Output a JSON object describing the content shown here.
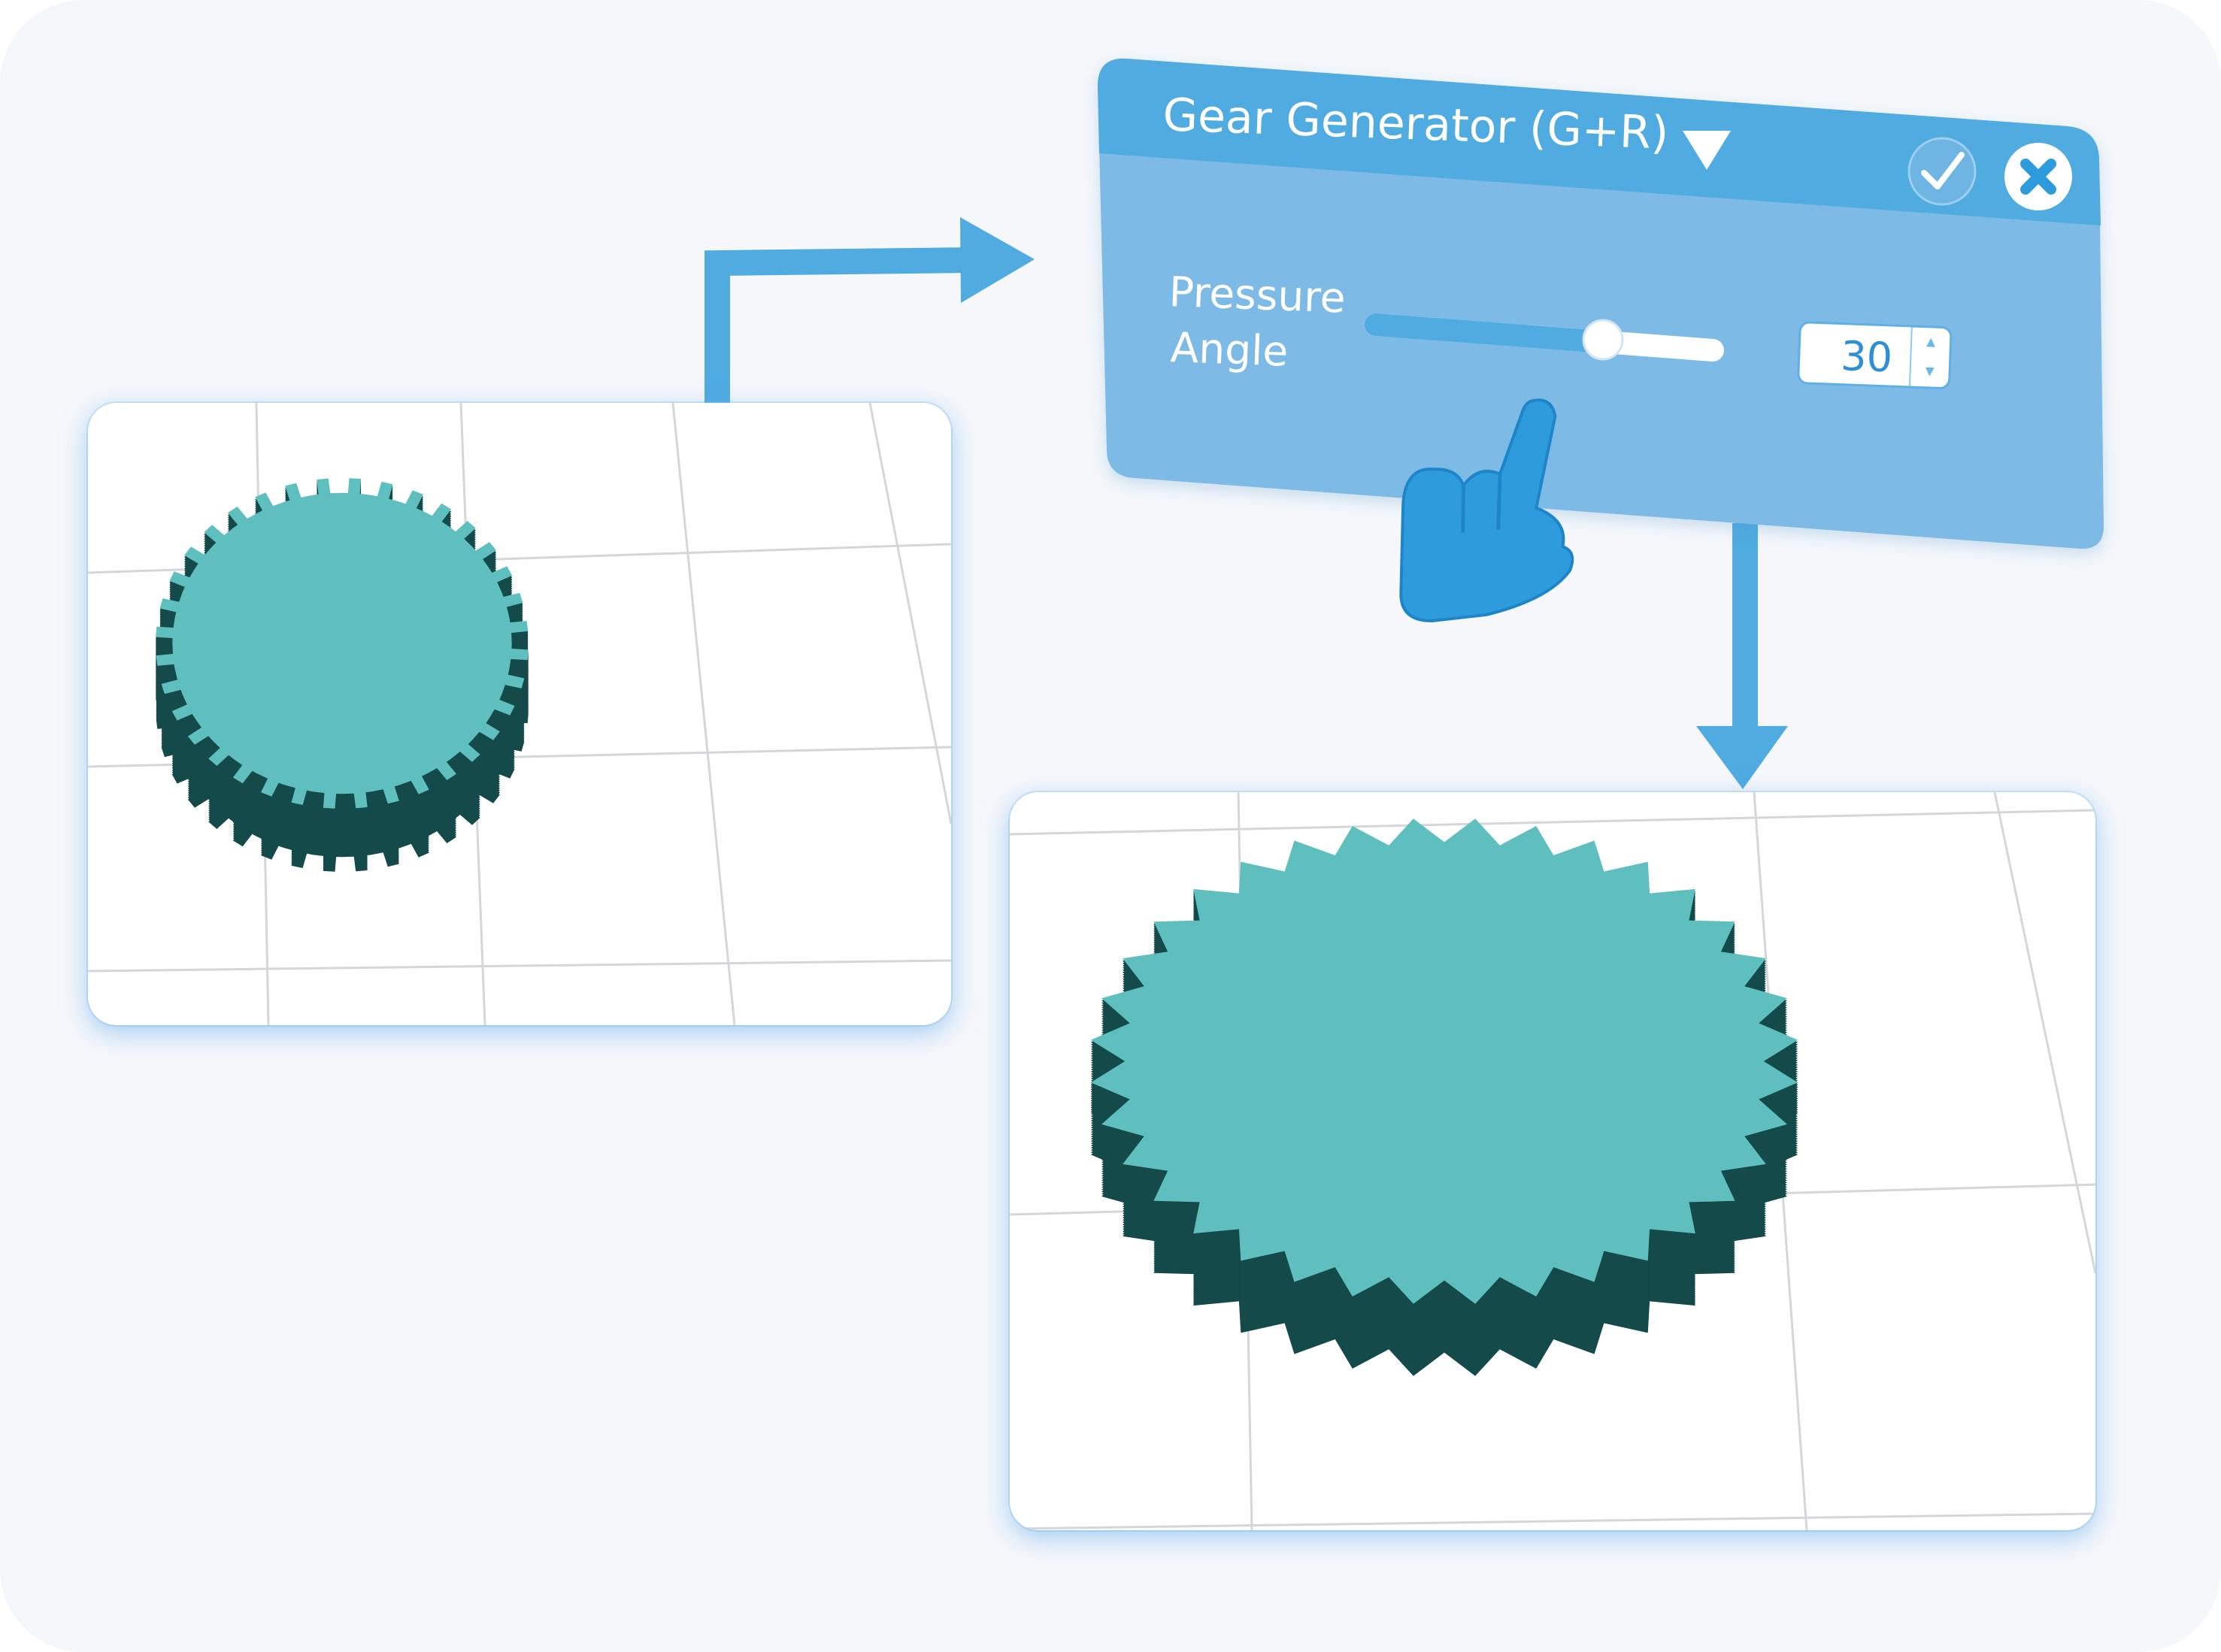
{
  "panel": {
    "title": "Gear Generator (G+R)",
    "parameter": {
      "label_line1": "Pressure",
      "label_line2": "Angle",
      "value": "30",
      "slider_level": 0.67
    }
  },
  "colors": {
    "accent": "#4fabe0",
    "panel_body": "#7dbbe6",
    "gear_top": "#5fbfbf",
    "gear_side": "#144a4a",
    "hand": "#2e9bdc"
  },
  "icons": {
    "dropdown": "triangle-down-icon",
    "confirm": "check-icon",
    "close": "close-icon",
    "pointer": "pointing-hand-icon",
    "step_up": "arrow-up-icon",
    "step_down": "arrow-down-icon"
  },
  "scenes": {
    "before": {
      "gear_tooth_style": "square",
      "teeth": 36
    },
    "after": {
      "gear_tooth_style": "pointed",
      "teeth": 36
    }
  }
}
